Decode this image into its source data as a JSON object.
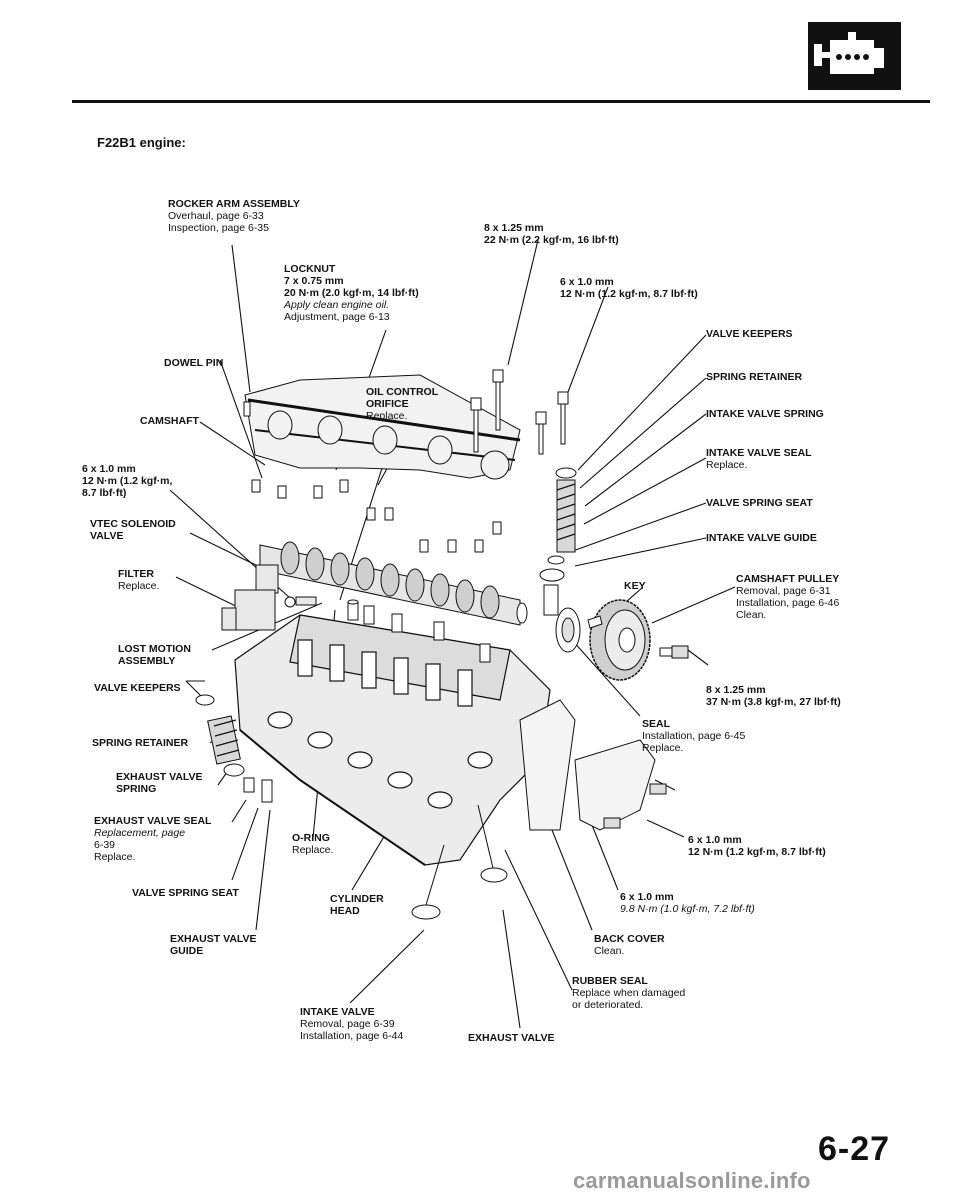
{
  "header": {
    "icon": "engine-icon"
  },
  "section_title": "F22B1 engine:",
  "labels": {
    "rocker_arm": {
      "h": "ROCKER ARM ASSEMBLY",
      "l1": "Overhaul, page 6-33",
      "l2": "Inspection, page 6-35"
    },
    "bolt_8x125_top": {
      "b1": "8 x 1.25 mm",
      "b2": "22 N·m (2.2 kgf·m, 16 lbf·ft)"
    },
    "locknut": {
      "h": "LOCKNUT",
      "b1": "7 x 0.75 mm",
      "b2": "20 N·m (2.0 kgf·m, 14 lbf·ft)",
      "l1": "Apply clean engine oil.",
      "l2": "Adjustment, page 6-13"
    },
    "bolt_6x1_top": {
      "b1": "6 x 1.0 mm",
      "b2": "12 N·m (1.2 kgf·m, 8.7 lbf·ft)"
    },
    "valve_keepers_r": "VALVE KEEPERS",
    "dowel_pin": "DOWEL PIN",
    "spring_retainer_r": "SPRING RETAINER",
    "oil_orifice": {
      "h1": "OIL CONTROL",
      "h2": "ORIFICE",
      "l1": "Replace."
    },
    "camshaft": "CAMSHAFT",
    "intake_valve_spring": "INTAKE VALVE SPRING",
    "intake_valve_seal": {
      "h": "INTAKE VALVE SEAL",
      "l1": "Replace."
    },
    "bolt_6x1_left": {
      "b1": "6 x 1.0 mm",
      "b2": "12 N·m (1.2 kgf·m,",
      "b3": "8.7 lbf·ft)"
    },
    "valve_spring_seat_r": "VALVE SPRING SEAT",
    "vtec_solenoid": {
      "h1": "VTEC SOLENOID",
      "h2": "VALVE"
    },
    "intake_valve_guide": "INTAKE VALVE GUIDE",
    "filter": {
      "h": "FILTER",
      "l1": "Replace."
    },
    "key": "KEY",
    "camshaft_pulley": {
      "h": "CAMSHAFT PULLEY",
      "l1": "Removal, page 6-31",
      "l2": "Installation, page 6-46",
      "l3": "Clean."
    },
    "lost_motion": {
      "h1": "LOST MOTION",
      "h2": "ASSEMBLY"
    },
    "valve_keepers_l": "VALVE KEEPERS",
    "bolt_8x125_right": {
      "b1": "8 x 1.25 mm",
      "b2": "37 N·m (3.8 kgf·m, 27 lbf·ft)"
    },
    "seal": {
      "h": "SEAL",
      "l1": "Installation, page 6-45",
      "l2": "Replace."
    },
    "spring_retainer_l": "SPRING RETAINER",
    "exhaust_valve_spring": {
      "h1": "EXHAUST VALVE",
      "h2": "SPRING"
    },
    "exhaust_valve_seal": {
      "h": "EXHAUST VALVE SEAL",
      "l1": "Replacement, page",
      "l2": "6-39",
      "l3": "Replace."
    },
    "o_ring": {
      "h": "O-RING",
      "l1": "Replace."
    },
    "bolt_6x1_right": {
      "b1": "6 x 1.0 mm",
      "b2": "12 N·m (1.2 kgf·m, 8.7 lbf·ft)"
    },
    "valve_spring_seat_l": "VALVE SPRING SEAT",
    "cylinder_head": {
      "h1": "CYLINDER",
      "h2": "HEAD"
    },
    "bolt_6x1_bottom": {
      "b1": "6 x 1.0 mm",
      "b2": "9.8 N·m (1.0 kgf·m, 7.2 lbf·ft)"
    },
    "exhaust_valve_guide": {
      "h1": "EXHAUST VALVE",
      "h2": "GUIDE"
    },
    "back_cover": {
      "h": "BACK COVER",
      "l1": "Clean."
    },
    "rubber_seal": {
      "h": "RUBBER SEAL",
      "l1": "Replace when damaged",
      "l2": "or deteriorated."
    },
    "intake_valve": {
      "h": "INTAKE VALVE",
      "l1": "Removal, page 6-39",
      "l2": "Installation, page 6-44"
    },
    "exhaust_valve": "EXHAUST VALVE"
  },
  "page_number": "6-27",
  "watermark": "carmanualsonline.info"
}
